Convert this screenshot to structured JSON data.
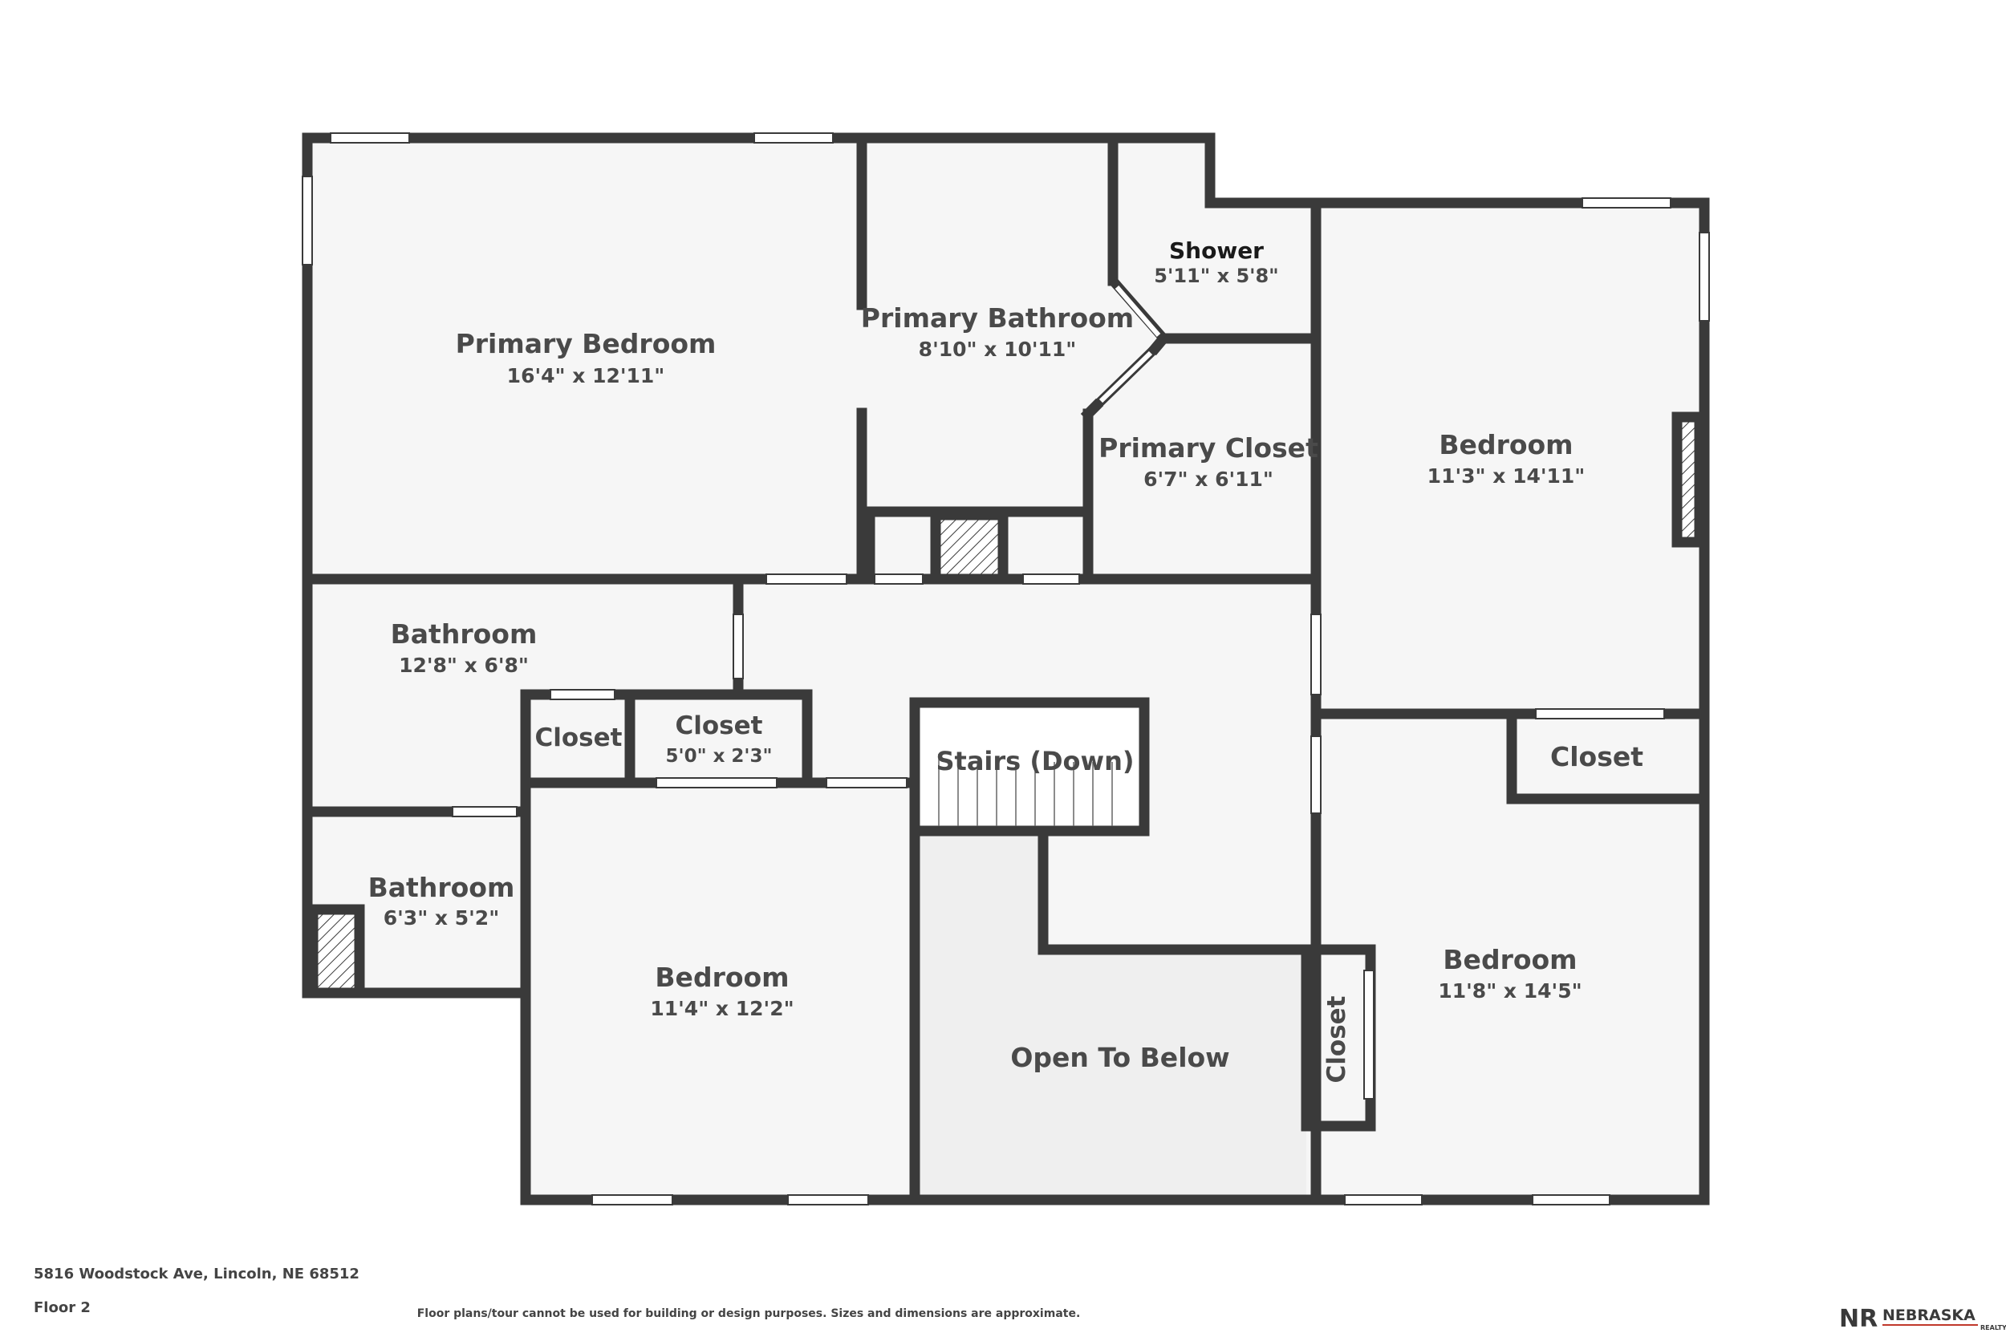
{
  "rooms": [
    {
      "name": "Primary Bedroom",
      "dims": "16'4\" x 12'11\""
    },
    {
      "name": "Primary Bathroom",
      "dims": "8'10\" x 10'11\""
    },
    {
      "name": "Shower",
      "dims": "5'11\" x 5'8\""
    },
    {
      "name": "Primary Closet",
      "dims": "6'7\" x 6'11\""
    },
    {
      "name": "Bedroom",
      "dims": "11'3\" x 14'11\""
    },
    {
      "name": "Bathroom",
      "dims": "12'8\" x 6'8\""
    },
    {
      "name": "Closet",
      "dims": ""
    },
    {
      "name": "Closet",
      "dims": "5'0\" x 2'3\""
    },
    {
      "name": "Stairs (Down)",
      "dims": ""
    },
    {
      "name": "Closet",
      "dims": ""
    },
    {
      "name": "Bathroom",
      "dims": "6'3\" x 5'2\""
    },
    {
      "name": "Bedroom",
      "dims": "11'4\" x 12'2\""
    },
    {
      "name": "Open To Below",
      "dims": ""
    },
    {
      "name": "Closet",
      "dims": ""
    },
    {
      "name": "Bedroom",
      "dims": "11'8\" x 14'5\""
    }
  ],
  "footer": {
    "address": "5816 Woodstock Ave, Lincoln, NE 68512",
    "floor": "Floor 2",
    "disclaimer": "Floor plans/tour cannot be used for building or design purposes. Sizes and dimensions are approximate."
  },
  "logo": {
    "mark": "NR",
    "word": "NEBRASKA",
    "sub": "REALTY"
  },
  "colors": {
    "wall": "#3a3a3a",
    "floor": "#f6f6f6",
    "open": "#efefef",
    "accent": "#c0392b"
  }
}
